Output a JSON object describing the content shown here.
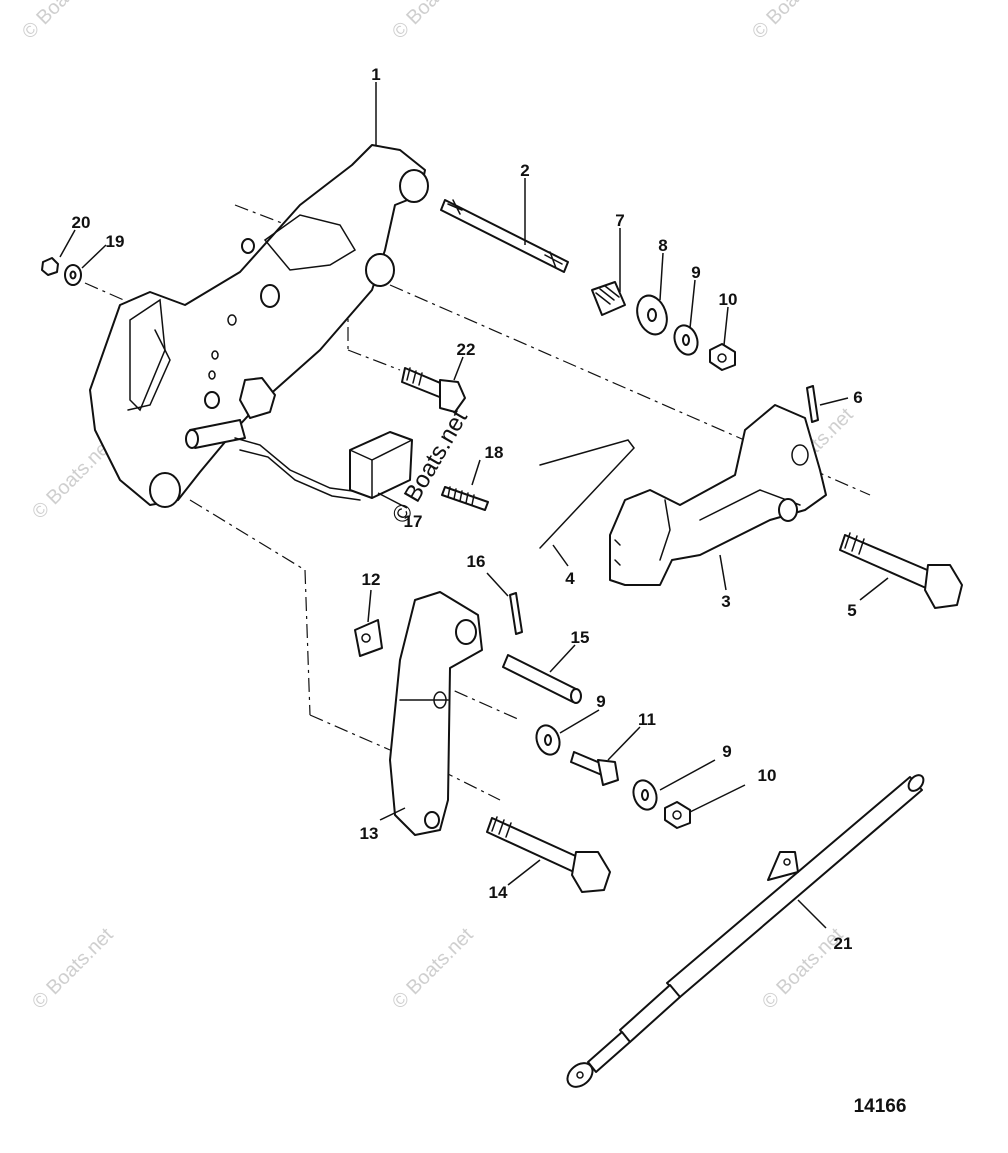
{
  "figure_number": "14166",
  "watermark": "© Boats.net",
  "center_watermark": "© Boats.net",
  "callouts": {
    "c1": "1",
    "c2": "2",
    "c3": "3",
    "c4": "4",
    "c5": "5",
    "c6": "6",
    "c7": "7",
    "c8": "8",
    "c9a": "9",
    "c9b": "9",
    "c9c": "9",
    "c10a": "10",
    "c10b": "10",
    "c11": "11",
    "c12": "12",
    "c13": "13",
    "c14": "14",
    "c15": "15",
    "c16": "16",
    "c17": "17",
    "c18": "18",
    "c19": "19",
    "c20": "20",
    "c21": "21",
    "c22": "22"
  }
}
